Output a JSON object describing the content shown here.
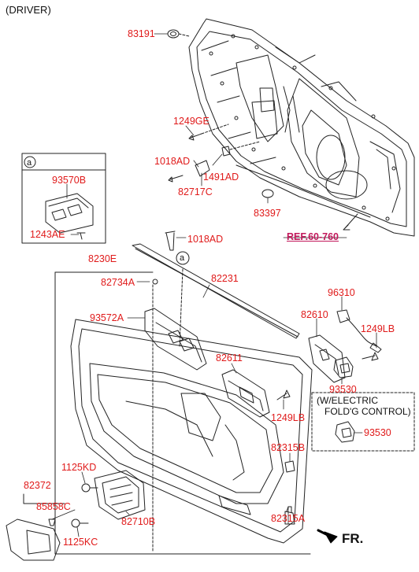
{
  "variant": "(DRIVER)",
  "reference": "REF.60-760",
  "direction": "FR.",
  "inset_a_marker": "a",
  "callout_a_marker": "a",
  "electric_fold_note": {
    "line1": "(W/ELECTRIC",
    "line2": "FOLD'G CONTROL)"
  },
  "parts": {
    "p83191": "83191",
    "p1249GE": "1249GE",
    "p1018AD_top": "1018AD",
    "p1491AD": "1491AD",
    "p82717C": "82717C",
    "p83397": "83397",
    "p93570B": "93570B",
    "p1243AE": "1243AE",
    "p1018AD_mid": "1018AD",
    "p8230E": "8230E",
    "p82734A": "82734A",
    "p82231": "82231",
    "p93572A": "93572A",
    "p96310": "96310",
    "p82610": "82610",
    "p1249LB_a": "1249LB",
    "p82611": "82611",
    "p93530_a": "93530",
    "p1249LB_b": "1249LB",
    "p93530_b": "93530",
    "p82315B": "82315B",
    "p1125KD": "1125KD",
    "p82372": "82372",
    "p85858C": "85858C",
    "p82710B": "82710B",
    "p1125KC": "1125KC",
    "p82315A": "82315A"
  },
  "colors": {
    "label": "#e01a1a",
    "reference": "#c2185b",
    "line": "#222222"
  }
}
